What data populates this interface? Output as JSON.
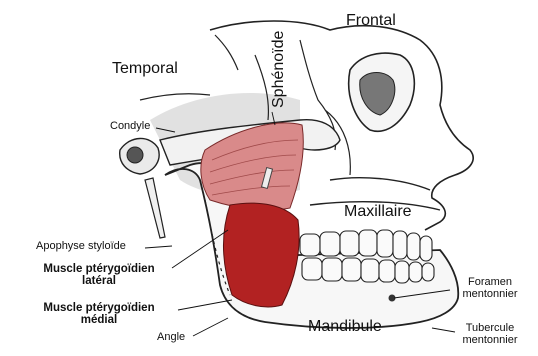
{
  "labels": {
    "frontal": "Frontal",
    "sphenoide": "Sphénoïde",
    "temporal": "Temporal",
    "condyle": "Condyle",
    "maxillaire": "Maxillaire",
    "apophyse": "Apophyse styloïde",
    "muscle_lateral_1": "Muscle ptérygoïdien",
    "muscle_lateral_2": "latéral",
    "muscle_medial_1": "Muscle ptérygoïdien",
    "muscle_medial_2": "médial",
    "angle": "Angle",
    "mandibule": "Mandibule",
    "foramen_1": "Foramen",
    "foramen_2": "mentonnier",
    "tubercule_1": "Tubercule",
    "tubercule_2": "mentonnier"
  },
  "colors": {
    "lateral_muscle": "#d98a8a",
    "medial_muscle": "#b22222",
    "bone_outline": "#222222",
    "shading": "#9a9a9a"
  }
}
